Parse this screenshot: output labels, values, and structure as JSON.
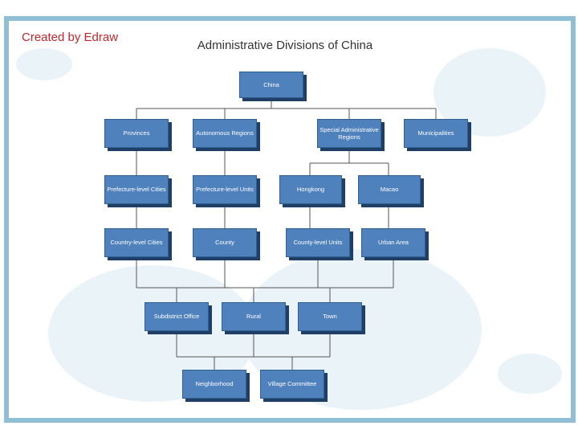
{
  "brand": "Created by Edraw",
  "title": "Administrative Divisions of China",
  "nodes": {
    "china": "China",
    "provinces": "Provinces",
    "autonomous": "Autonomous Regions",
    "sar": "Special Administrative Regions",
    "municipalities": "Municipalities",
    "pref_cities": "Prefecture-level Cities",
    "pref_units": "Prefecture-level Units",
    "hongkong": "Hongkong",
    "macao": "Macao",
    "county_cities": "Country-level Cities",
    "county": "County",
    "county_units": "County-level Units",
    "urban": "Urban Area",
    "subdistrict": "Subdistrict Office",
    "rural": "Rural",
    "town": "Town",
    "neighborhood": "Neighborhood",
    "village": "Village Committee"
  },
  "colors": {
    "node_fill": "#4f81bd",
    "node_shadow": "#1f3f66",
    "frame": "#8fbfd4",
    "brand": "#c0272d",
    "line": "#555555"
  }
}
